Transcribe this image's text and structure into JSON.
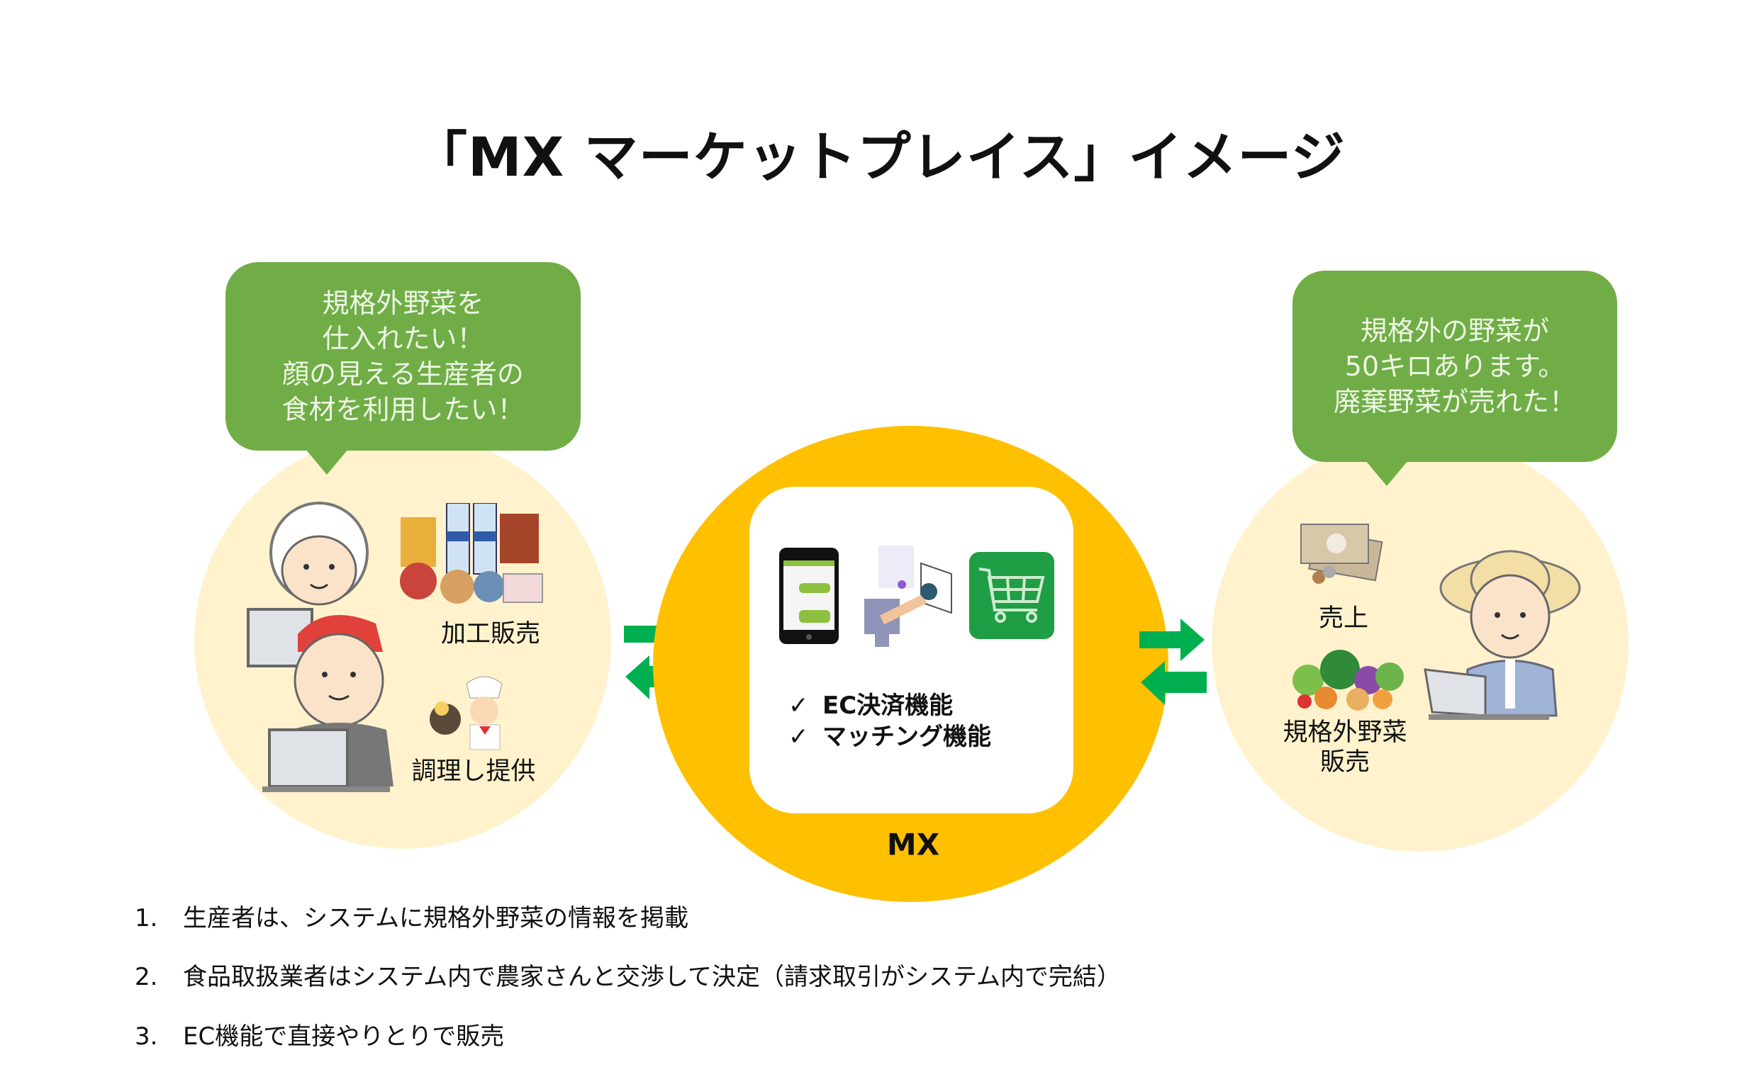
{
  "title": "「MX マーケットプレイス」イメージ",
  "left": {
    "bubble_lines": [
      "規格外野菜を",
      "仕入れたい！",
      "顔の見える生産者の",
      "食材を利用したい！"
    ],
    "labels": [
      "加工販売",
      "調理し提供"
    ]
  },
  "center": {
    "features": [
      "EC決済機能",
      "マッチング機能"
    ],
    "check_mark": "✓",
    "name": "MX"
  },
  "right": {
    "bubble_lines": [
      "規格外の野菜が",
      "50キロあります。",
      "廃棄野菜が売れた！"
    ],
    "labels": [
      "売上",
      "規格外野菜",
      "販売"
    ]
  },
  "steps": [
    {
      "num": "1.",
      "text": "生産者は、システムに規格外野菜の情報を掲載"
    },
    {
      "num": "2.",
      "text": "食品取扱業者はシステム内で農家さんと交渉して決定（請求取引がシステム内で完結）"
    },
    {
      "num": "3.",
      "text": "EC機能で直接やりとりで販売"
    }
  ],
  "colors": {
    "bubble": "#70AD47",
    "cream": "#FFF2CC",
    "yellow": "#FFC000",
    "arrow": "#00B050",
    "cart": "#1F9E45"
  }
}
